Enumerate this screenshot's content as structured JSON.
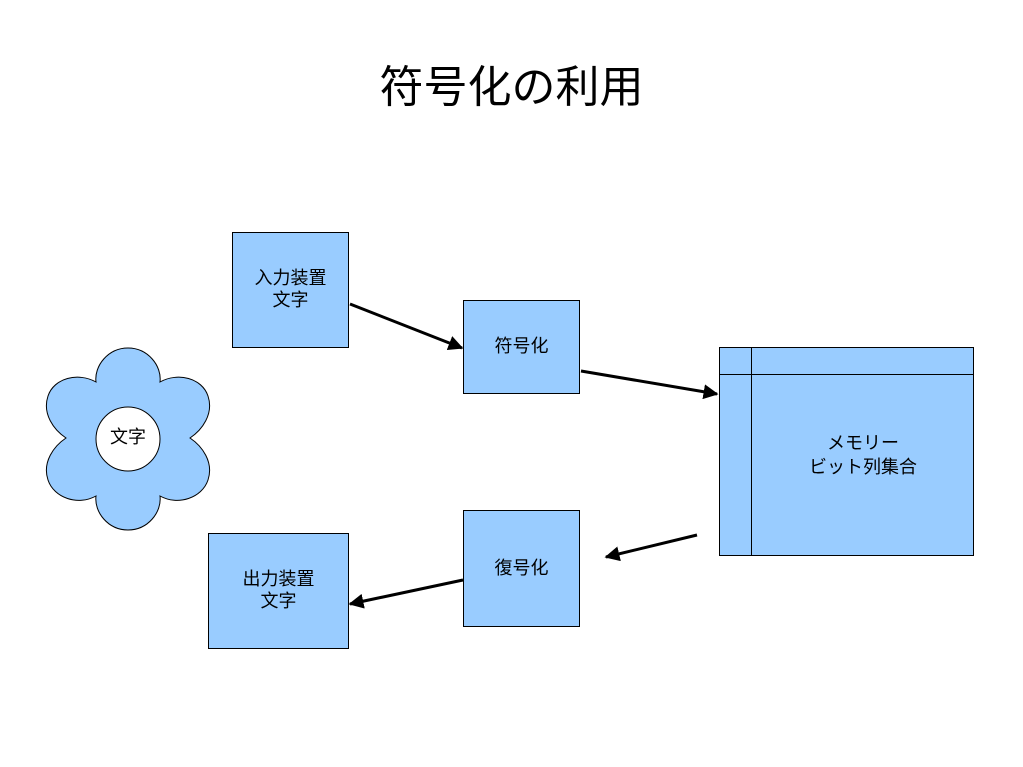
{
  "title": "符号化の利用",
  "colors": {
    "box_fill": "#99ccff",
    "stroke": "#000000",
    "background": "#ffffff"
  },
  "flower": {
    "label": "文字"
  },
  "input_device": {
    "line1": "入力装置",
    "line2": "文字"
  },
  "encoder": {
    "label": "符号化"
  },
  "memory": {
    "line1": "メモリー",
    "line2": "ビット列集合"
  },
  "decoder": {
    "label": "復号化"
  },
  "output_device": {
    "line1": "出力装置",
    "line2": "文字"
  }
}
